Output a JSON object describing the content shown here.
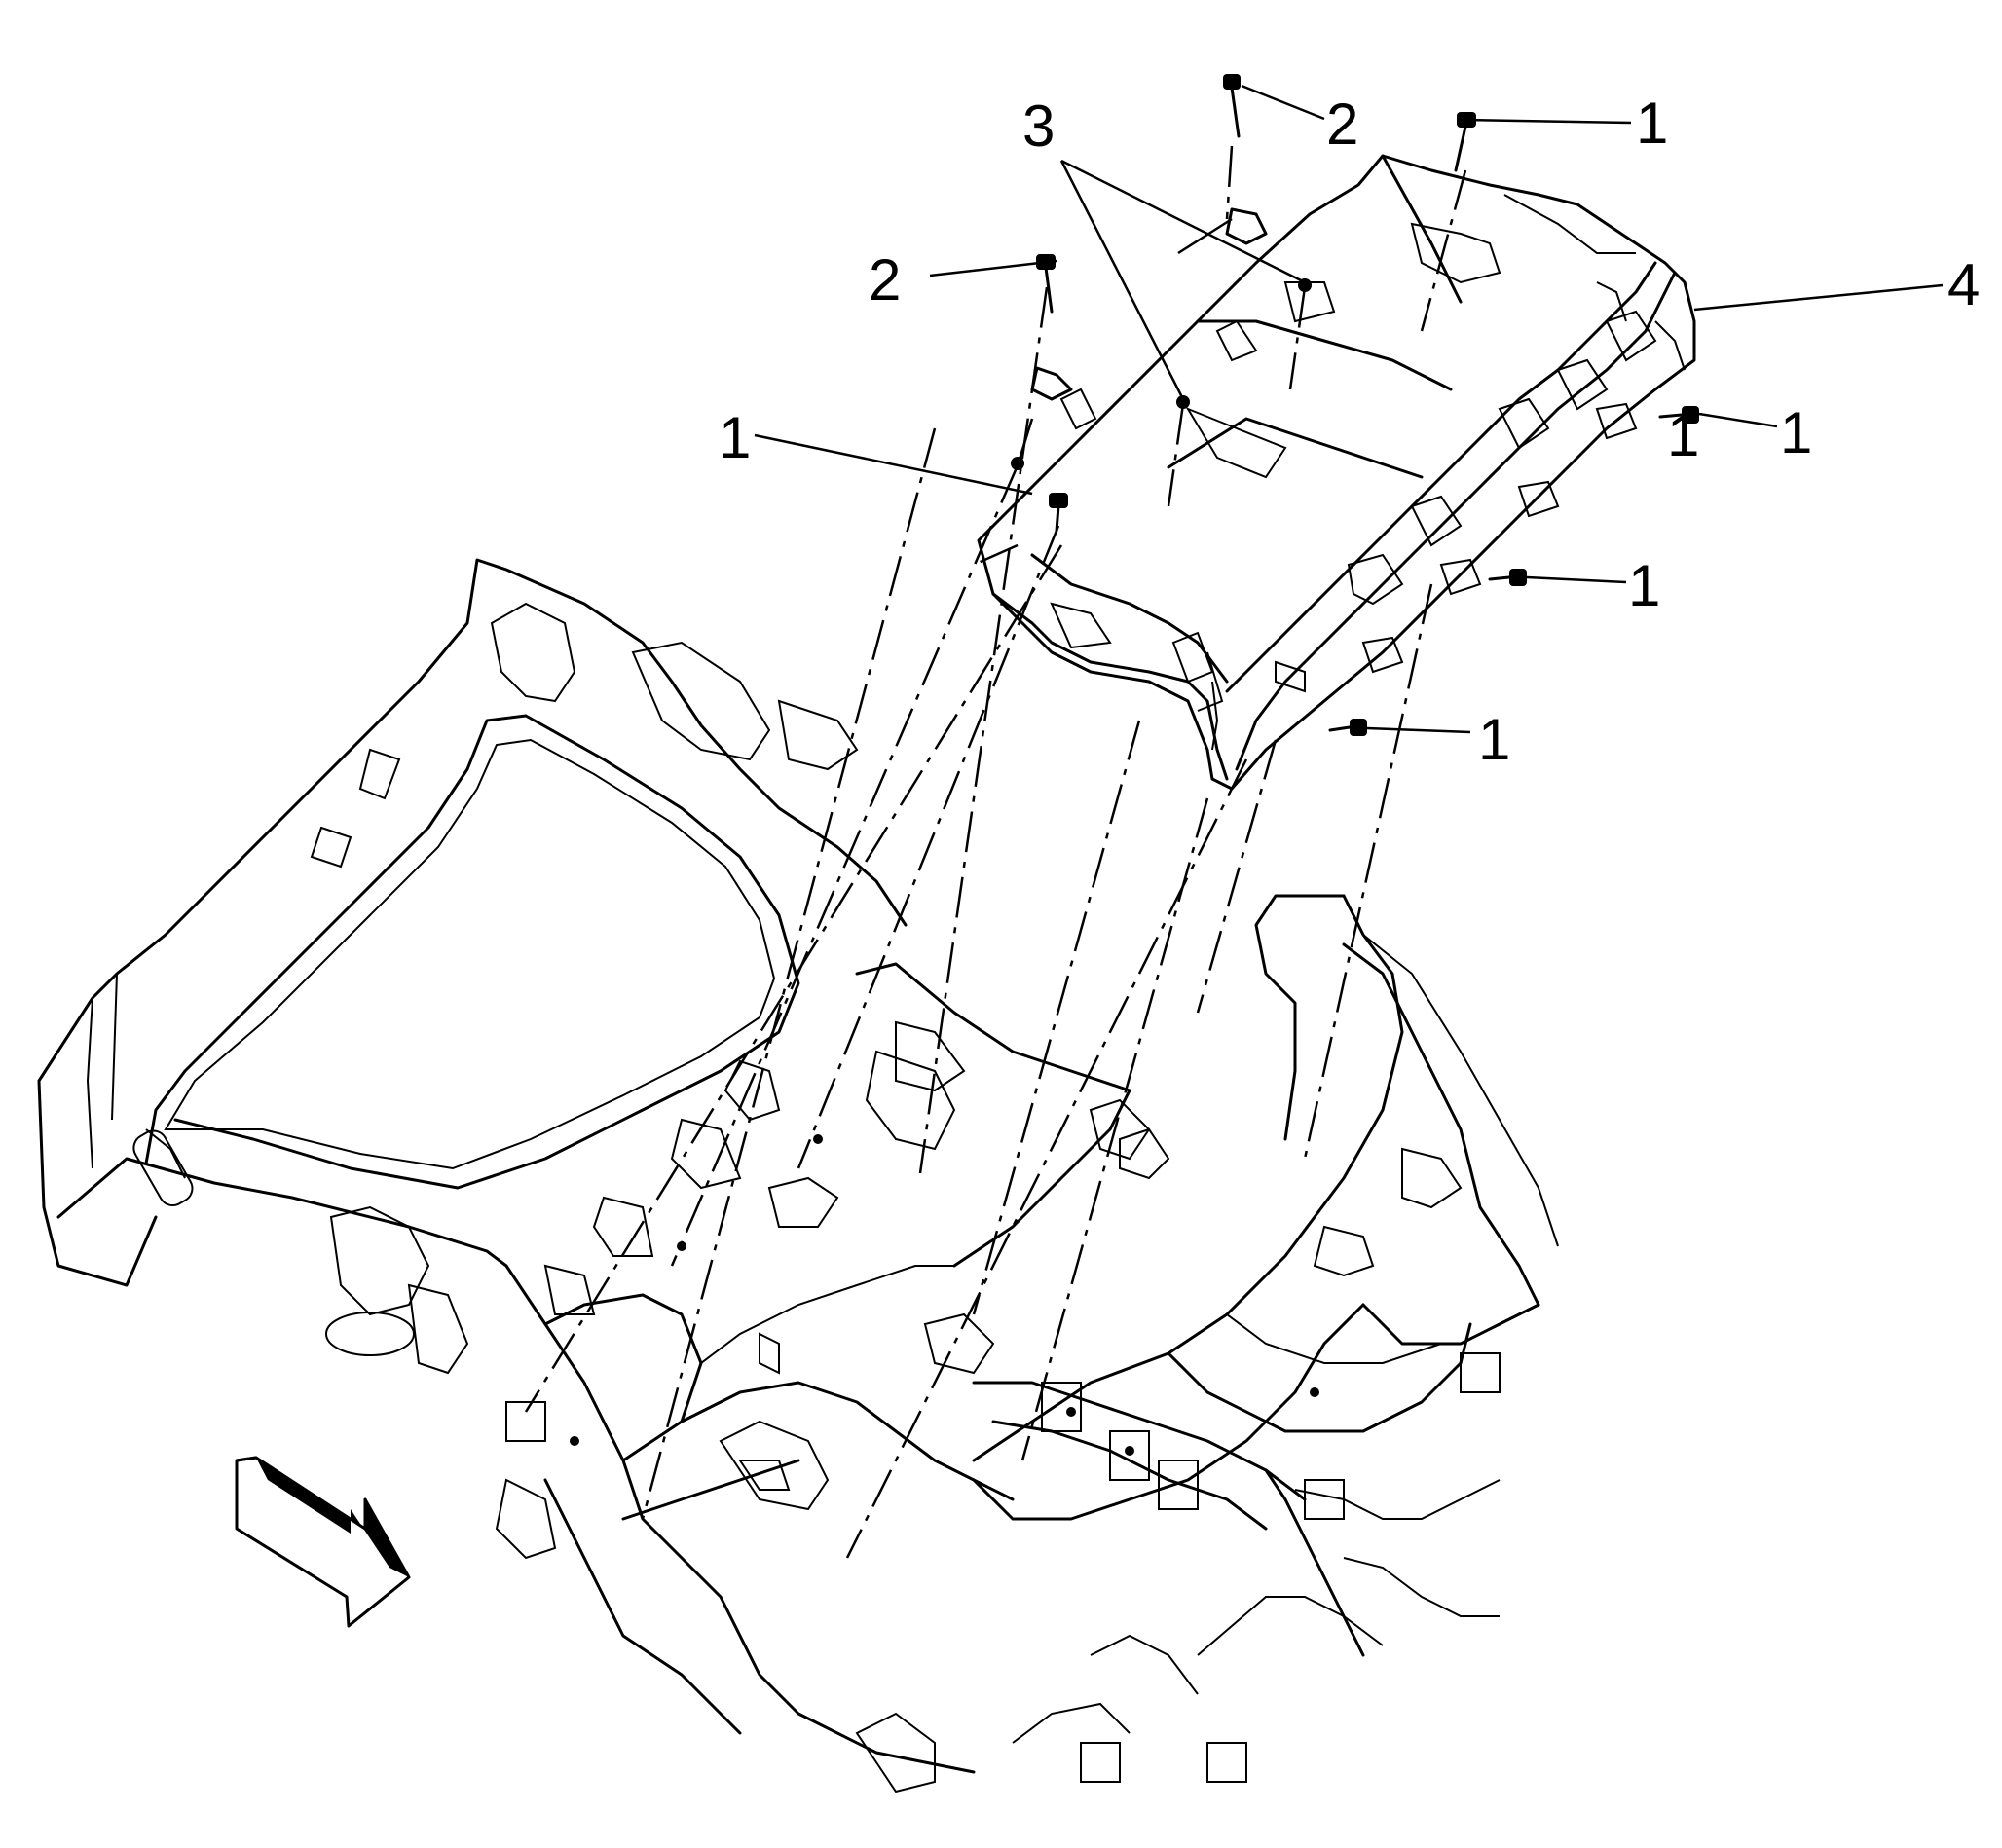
{
  "callouts": [
    {
      "id": "c1",
      "label": "1"
    },
    {
      "id": "c2",
      "label": "2"
    },
    {
      "id": "c3",
      "label": "3"
    },
    {
      "id": "c4",
      "label": "1"
    },
    {
      "id": "c5",
      "label": "4"
    },
    {
      "id": "c6",
      "label": "1"
    },
    {
      "id": "c7",
      "label": "1"
    },
    {
      "id": "c8",
      "label": "2"
    },
    {
      "id": "c9",
      "label": "1"
    },
    {
      "id": "c10",
      "label": "1"
    }
  ],
  "icons": {
    "direction_arrow": "forward-direction-arrow-icon",
    "bolt": "bolt-icon",
    "fastener": "fastener-icon"
  }
}
